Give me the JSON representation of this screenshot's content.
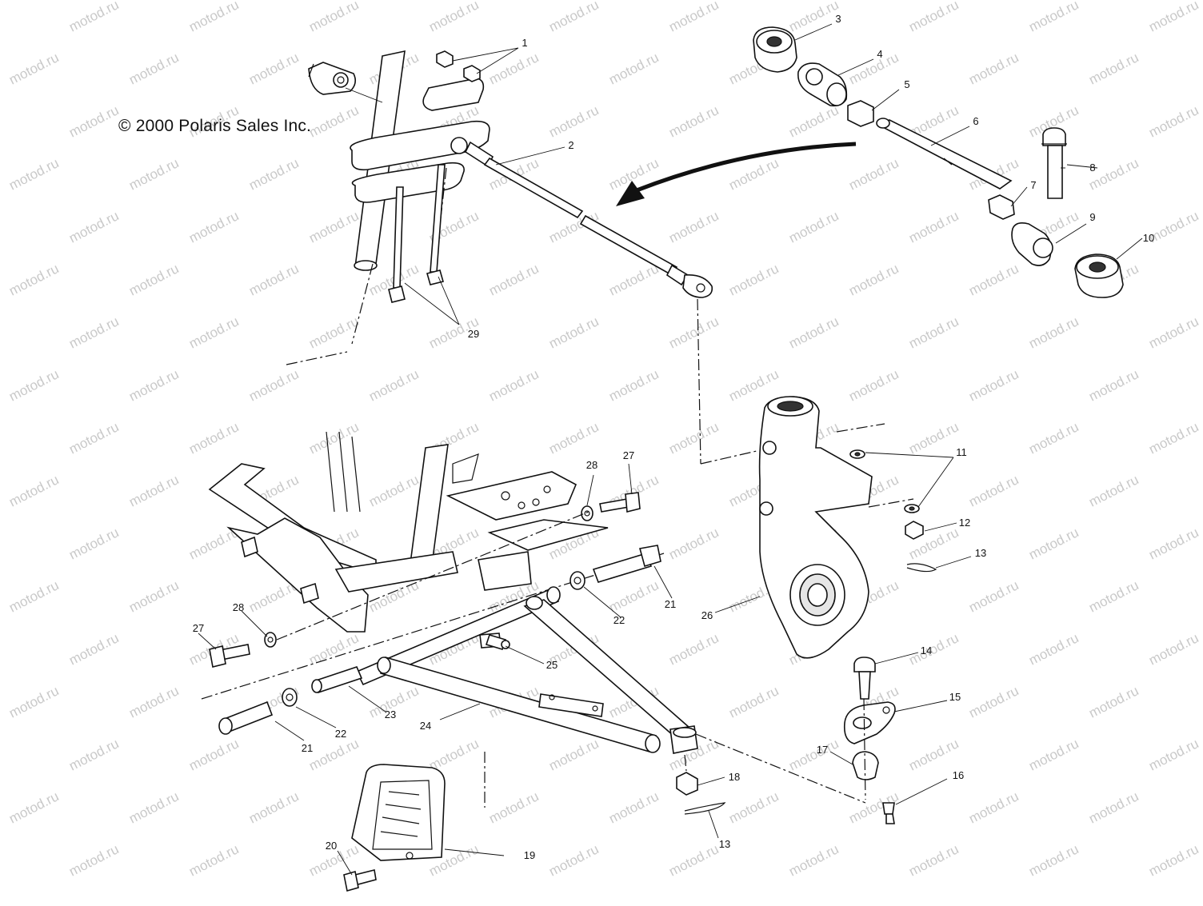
{
  "diagram": {
    "copyright": "© 2000 Polaris Sales Inc.",
    "watermark": "motod.ru",
    "part_numbers": [
      {
        "n": "1"
      },
      {
        "n": "2"
      },
      {
        "n": "3"
      },
      {
        "n": "4"
      },
      {
        "n": "5"
      },
      {
        "n": "6"
      },
      {
        "n": "7"
      },
      {
        "n": "8"
      },
      {
        "n": "9"
      },
      {
        "n": "10"
      },
      {
        "n": "11"
      },
      {
        "n": "12"
      },
      {
        "n": "13"
      },
      {
        "n": "13"
      },
      {
        "n": "14"
      },
      {
        "n": "15"
      },
      {
        "n": "16"
      },
      {
        "n": "17"
      },
      {
        "n": "18"
      },
      {
        "n": "19"
      },
      {
        "n": "20"
      },
      {
        "n": "21"
      },
      {
        "n": "21"
      },
      {
        "n": "22"
      },
      {
        "n": "22"
      },
      {
        "n": "23"
      },
      {
        "n": "24"
      },
      {
        "n": "25"
      },
      {
        "n": "26"
      },
      {
        "n": "27"
      },
      {
        "n": "27"
      },
      {
        "n": "28"
      },
      {
        "n": "28"
      },
      {
        "n": "29"
      }
    ]
  }
}
